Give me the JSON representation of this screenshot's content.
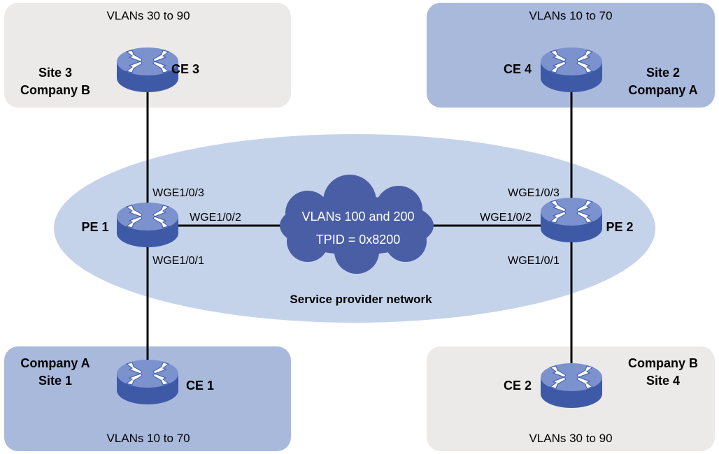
{
  "sites": {
    "site3": {
      "vlans": "VLANs 30 to 90",
      "line1": "Site 3",
      "line2": "Company B",
      "bg": "#ebeae9"
    },
    "site2": {
      "vlans": "VLANs 10 to 70",
      "line1": "Site 2",
      "line2": "Company A",
      "bg": "#a8b9dc"
    },
    "site1": {
      "vlans": "VLANs 10 to 70",
      "line1": "Company A",
      "line2": "Site 1",
      "bg": "#a8b9dc"
    },
    "site4": {
      "vlans": "VLANs 30 to 90",
      "line1": "Company B",
      "line2": "Site 4",
      "bg": "#ebeae9"
    }
  },
  "devices": {
    "ce3": "CE 3",
    "ce4": "CE 4",
    "ce1": "CE 1",
    "ce2": "CE 2",
    "pe1": "PE 1",
    "pe2": "PE 2"
  },
  "ports": {
    "pe1_up": "WGE1/0/3",
    "pe1_right": "WGE1/0/2",
    "pe1_down": "WGE1/0/1",
    "pe2_up": "WGE1/0/3",
    "pe2_left": "WGE1/0/2",
    "pe2_down": "WGE1/0/1"
  },
  "cloud": {
    "line1": "VLANs 100 and  200",
    "line2": "TPID = 0x8200",
    "color": "#4a5ea6"
  },
  "network": {
    "label": "Service provider network",
    "color": "#c5d3ea"
  },
  "colors": {
    "router_top": "#7b92cf",
    "router_side": "#3e5aa6",
    "link": "#000000"
  }
}
